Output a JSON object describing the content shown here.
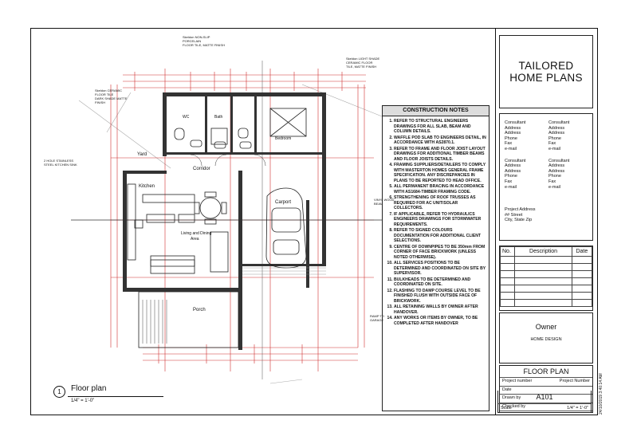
{
  "company": {
    "line1": "TAILORED",
    "line2": "HOME PLANS"
  },
  "contacts": [
    [
      "Consultant",
      "Address",
      "Address",
      "Phone",
      "Fax",
      "e-mail"
    ],
    [
      "Consultant",
      "Address",
      "Address",
      "Phone",
      "Fax",
      "e-mail"
    ],
    [
      "Consultant",
      "Address",
      "Address",
      "Phone",
      "Fax",
      "e-mail"
    ],
    [
      "Consultant",
      "Address",
      "Address",
      "Phone",
      "Fax",
      "e-mail"
    ]
  ],
  "project_address": {
    "label": "Project Address",
    "street": "## Street",
    "city": "City, State  Zip"
  },
  "revisions": {
    "col_no": "No.",
    "col_desc": "Description",
    "col_date": "Date"
  },
  "owner": {
    "name": "Owner",
    "design": "HOME DESIGN"
  },
  "sheet": {
    "title": "FLOOR PLAN",
    "project_number_label": "Project number",
    "project_number_value": "Project  Number",
    "date_label": "Date",
    "drawn_by_label": "Drawn by",
    "checked_by_label": "Checked by",
    "sheet_no": "A101",
    "scale_label": "Scale",
    "scale_value": "1/4\" = 1'-0\""
  },
  "timestamp": "24/10/2019 3:40:14 AM",
  "view": {
    "number": "1",
    "title": "Floor plan",
    "scale": "1/4\" = 1'-0\""
  },
  "notes": {
    "title": "CONSTRUCTION NOTES",
    "items": [
      "REFER TO STRUCTURAL ENGINEERS DRAWINGS FOR ALL SLAB, BEAM AND COLUMN DETAILS.",
      "WAFFLE POD SLAB TO ENGINEERS DETAIL, IN ACCORDANCE WITH AS2870.1.",
      "REFER TO FRAME AND FLOOR JOIST LAYOUT DRAWINGS FOR ADDITIONAL TIMBER BEAMS AND FLOOR JOISTS DETAILS.",
      "FRAMING SUPPLIERS/DETAILERS TO COMPLY WITH MASTERTON HOMES GENERAL FRAME SPECIFICATION. ANY DISCREPANCIES IN PLANS TO BE REPORTED TO HEAD OFFICE.",
      "ALL PERMANENT BRACING IN ACCORDANCE WITH AS1684-TIMBER FRAMING CODE.",
      "STRENGTHENING OF ROOF TRUSSES AS REQUIRED FOR AC UNIT/SOLAR COLLECTORS.",
      "IF APPLICABLE, REFER TO HYDRAULICS ENGINEERS DRAWINGS FOR STORMWATER REQUIREMENTS.",
      "REFER TO SIGNED COLOURS DOCUMENTATION FOR ADDITIONAL CLIENT SELECTIONS.",
      "CENTRE OF DOWNPIPES TO BE 350mm FROM CORNER OF FACE BRICKWORK (UNLESS NOTED OTHERWISE).",
      "ALL SERVICES POSITIONS TO BE DETERMINED AND COORDINATED ON SITE BY SUPERVISOR.",
      "BULKHEADS TO BE DETERMINED AND COORDINATED ON SITE.",
      "FLASHING TO DAMP COURSE LEVEL TO BE FINISHED FLUSH WITH OUTSIDE FACE OF BRICKWORK.",
      "ALL RETAINING WALLS BY OWNER AFTER HANDOVER.",
      "ANY WORKS OR ITEMS BY OWNER, TO BE COMPLETED AFTER HANDOVER"
    ]
  },
  "rooms": {
    "yard": "Yard",
    "kitchen": "Kitchen",
    "corridor": "Corridor",
    "living": "Living and Dining",
    "living2": "Area",
    "carport": "Carport",
    "porch": "Porch",
    "wc": "WC",
    "bath": "Bath",
    "bedroom": "Bedroom"
  },
  "annotations": {
    "tile1": "Skeldon NON-SLIP",
    "tile1b": "PORCELAIN",
    "tile1c": "FLOOR TILE, MATTE FINISH",
    "tile2": "Skeldon LIGHT SHADE",
    "tile2b": "CERAMIC FLOOR",
    "tile2c": "TILE, MATTE FINISH",
    "tile3": "Skeldon CERAMIC",
    "tile3b": "FLOOR TILE",
    "tile3c": "DARK SHADE MATTE",
    "tile3d": "FINISH",
    "sink": "2 HOLE STAINLESS",
    "sinkb": "STEEL KITCHEN SINK",
    "wood": "VINYL WOOD",
    "woodb": "BEAM",
    "ramp": "RAMP TO",
    "rampb": "GARAGE"
  }
}
